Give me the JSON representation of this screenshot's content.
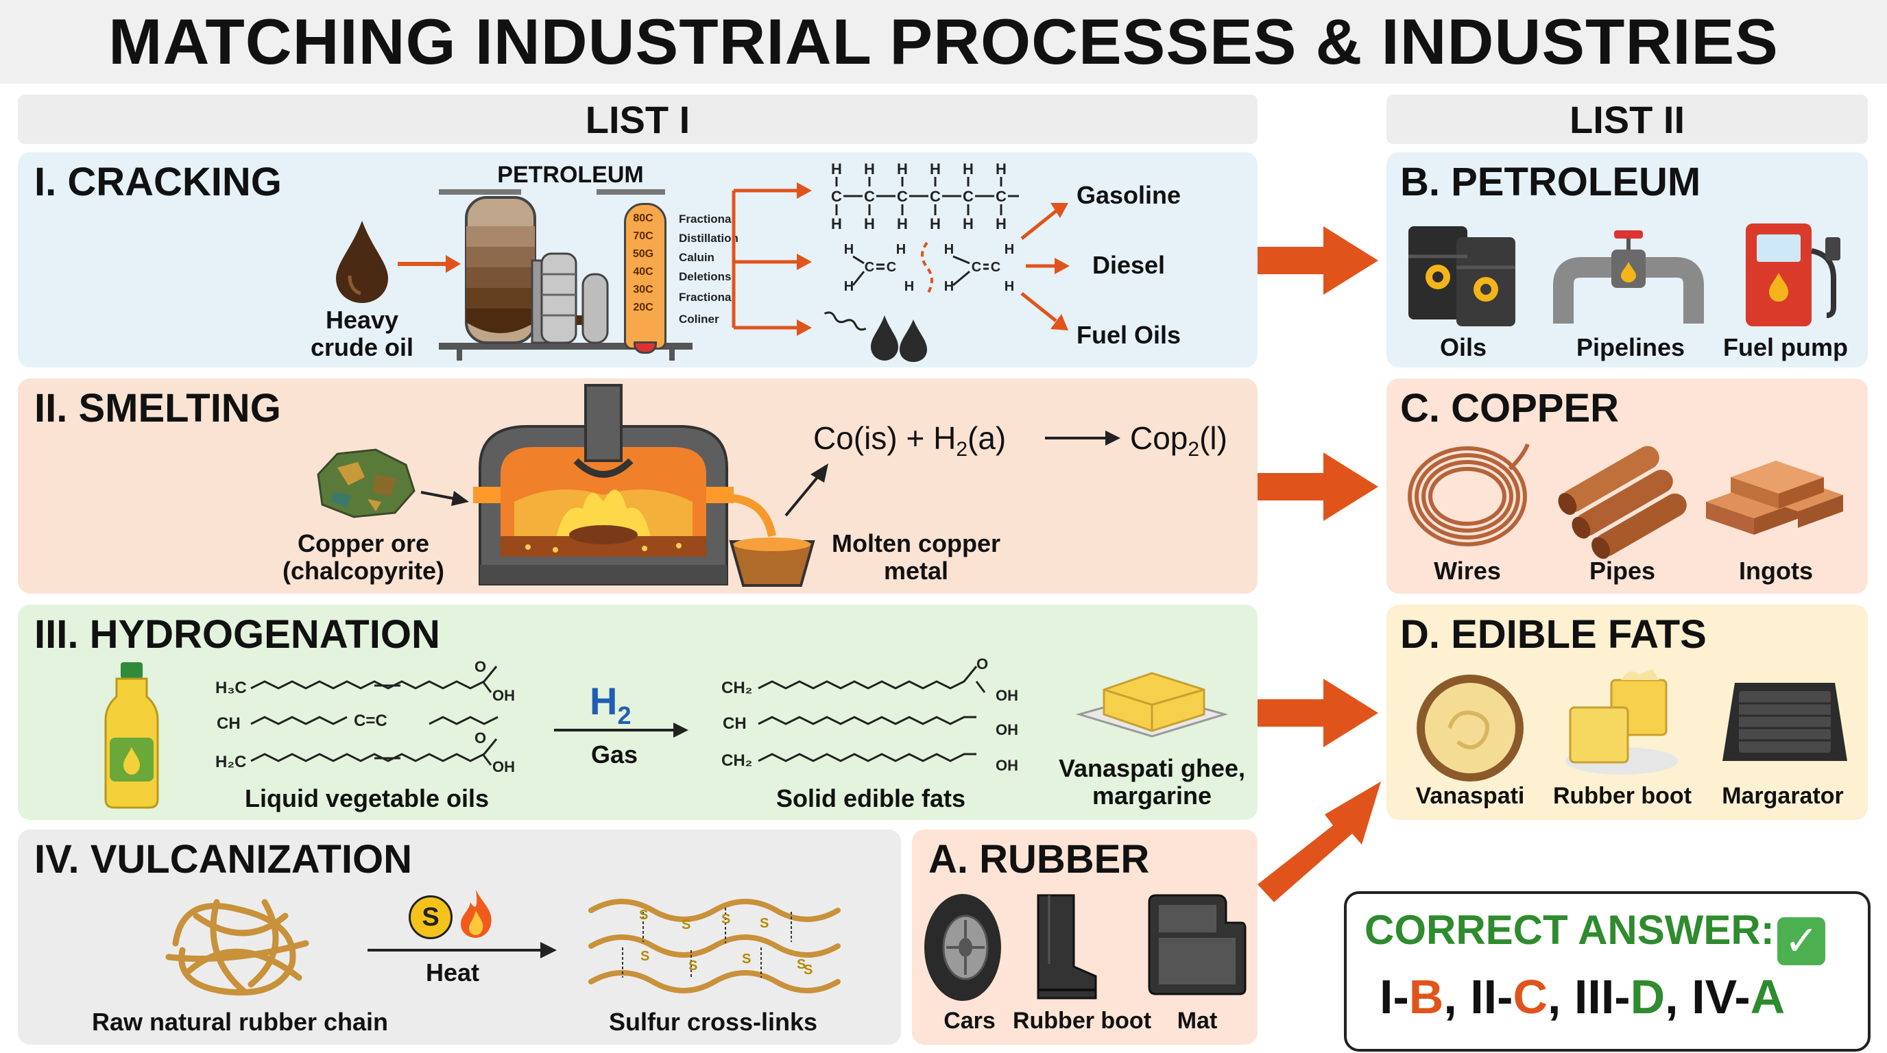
{
  "title": "MATCHING INDUSTRIAL PROCESSES & INDUSTRIES",
  "list1_header": "LIST I",
  "list2_header": "LIST II",
  "cracking": {
    "title": "I. CRACKING",
    "petroleum_label": "PETROLEUM",
    "crude_label_1": "Heavy",
    "crude_label_2": "crude oil",
    "temps": [
      "80C",
      "70C",
      "50G",
      "40C",
      "30C",
      "20C"
    ],
    "column_labels": [
      "Fractional",
      "Distillation",
      "Caluin",
      "Deletions",
      "Fractional",
      "Coliner"
    ],
    "products": [
      "Gasoline",
      "Diesel",
      "Fuel Oils"
    ]
  },
  "smelting": {
    "title": "II. SMELTING",
    "ore_label_1": "Copper ore",
    "ore_label_2": "(chalcopyrite)",
    "molten_label_1": "Molten copper",
    "molten_label_2": "metal",
    "eq_left": "Co(is) + H",
    "eq_left_sub": "2",
    "eq_left_tail": "(a)",
    "eq_right": "Cop",
    "eq_right_sub": "2",
    "eq_right_tail": "(l)"
  },
  "hydrogenation": {
    "title": "III. HYDROGENATION",
    "liquid_label": "Liquid vegetable oils",
    "h2": "H",
    "h2_sub": "2",
    "gas_label": "Gas",
    "solid_label": "Solid edible fats",
    "ghee_label_1": "Vanaspati ghee,",
    "ghee_label_2": "margarine",
    "chem_left": {
      "h3c": "H₃C",
      "ch": "CH",
      "h2c": "H₂C",
      "o": "O",
      "oh": "OH",
      "cc": "C=C"
    },
    "chem_right": {
      "ch2a": "CH₂",
      "ch": "CH",
      "ch2b": "CH₂",
      "o": "O",
      "oh": "OH"
    }
  },
  "vulcanization": {
    "title": "IV. VULCANIZATION",
    "raw_label": "Raw natural rubber chain",
    "s_symbol": "S",
    "heat_label": "Heat",
    "crosslink_label": "Sulfur cross-links",
    "s_marks": [
      "S",
      "S",
      "S",
      "S",
      "S",
      "S",
      "S",
      "S",
      "S"
    ]
  },
  "rubber": {
    "title": "A. RUBBER",
    "items": [
      "Cars",
      "Rubber boot",
      "Mat"
    ]
  },
  "petroleum": {
    "title": "B. PETROLEUM",
    "items": [
      "Oils",
      "Pipelines",
      "Fuel pump"
    ]
  },
  "copper": {
    "title": "C. COPPER",
    "items": [
      "Wires",
      "Pipes",
      "Ingots"
    ]
  },
  "fats": {
    "title": "D. EDIBLE FATS",
    "items": [
      "Vanaspati",
      "Rubber boot",
      "Margarator"
    ]
  },
  "answer": {
    "label": "CORRECT ANSWER:",
    "check": "✓",
    "pairs": [
      {
        "roman": "I",
        "letter": "B",
        "color": "#e0541b"
      },
      {
        "roman": "II",
        "letter": "C",
        "color": "#e0541b"
      },
      {
        "roman": "III",
        "letter": "D",
        "color": "#2e8b2e"
      },
      {
        "roman": "IV",
        "letter": "A",
        "color": "#2e8b2e"
      }
    ]
  },
  "colors": {
    "arrow": "#e0541b",
    "answer_green": "#2e8b2e",
    "h2_blue": "#1f5fb3"
  }
}
